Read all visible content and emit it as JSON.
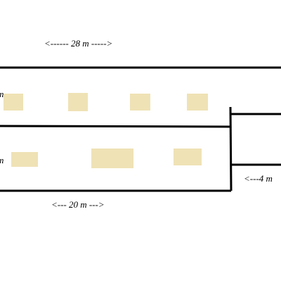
{
  "labels": {
    "top_dimension": "<------ 28 m ----->",
    "bottom_dimension": "<--- 20 m --->",
    "right_dimension": "<---4 m",
    "cut_left_upper": "m",
    "cut_left_lower": "m"
  },
  "colors": {
    "outline": "#000000",
    "box_fill": "#efe2b5",
    "background": "#ffffff"
  }
}
